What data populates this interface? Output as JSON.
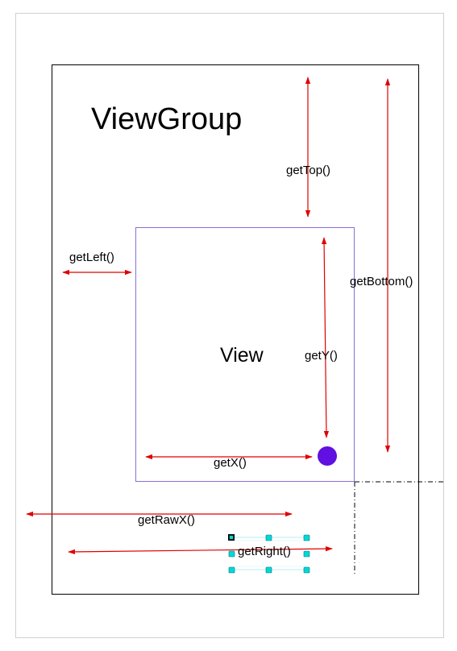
{
  "diagram": {
    "viewgroup_label": "ViewGroup",
    "view_label": "View",
    "measurements": {
      "get_top": "getTop()",
      "get_bottom": "getBottom()",
      "get_left": "getLeft()",
      "get_y": "getY()",
      "get_x": "getX()",
      "get_raw_x": "getRawX()",
      "get_right": "getRight()"
    }
  },
  "colors": {
    "arrow": "#e00000",
    "view_border": "#8a6fd6",
    "touch_point": "#6010e0",
    "outline": "#000000",
    "page_border": "#d0d0d0",
    "handle": "#00d8d8"
  }
}
